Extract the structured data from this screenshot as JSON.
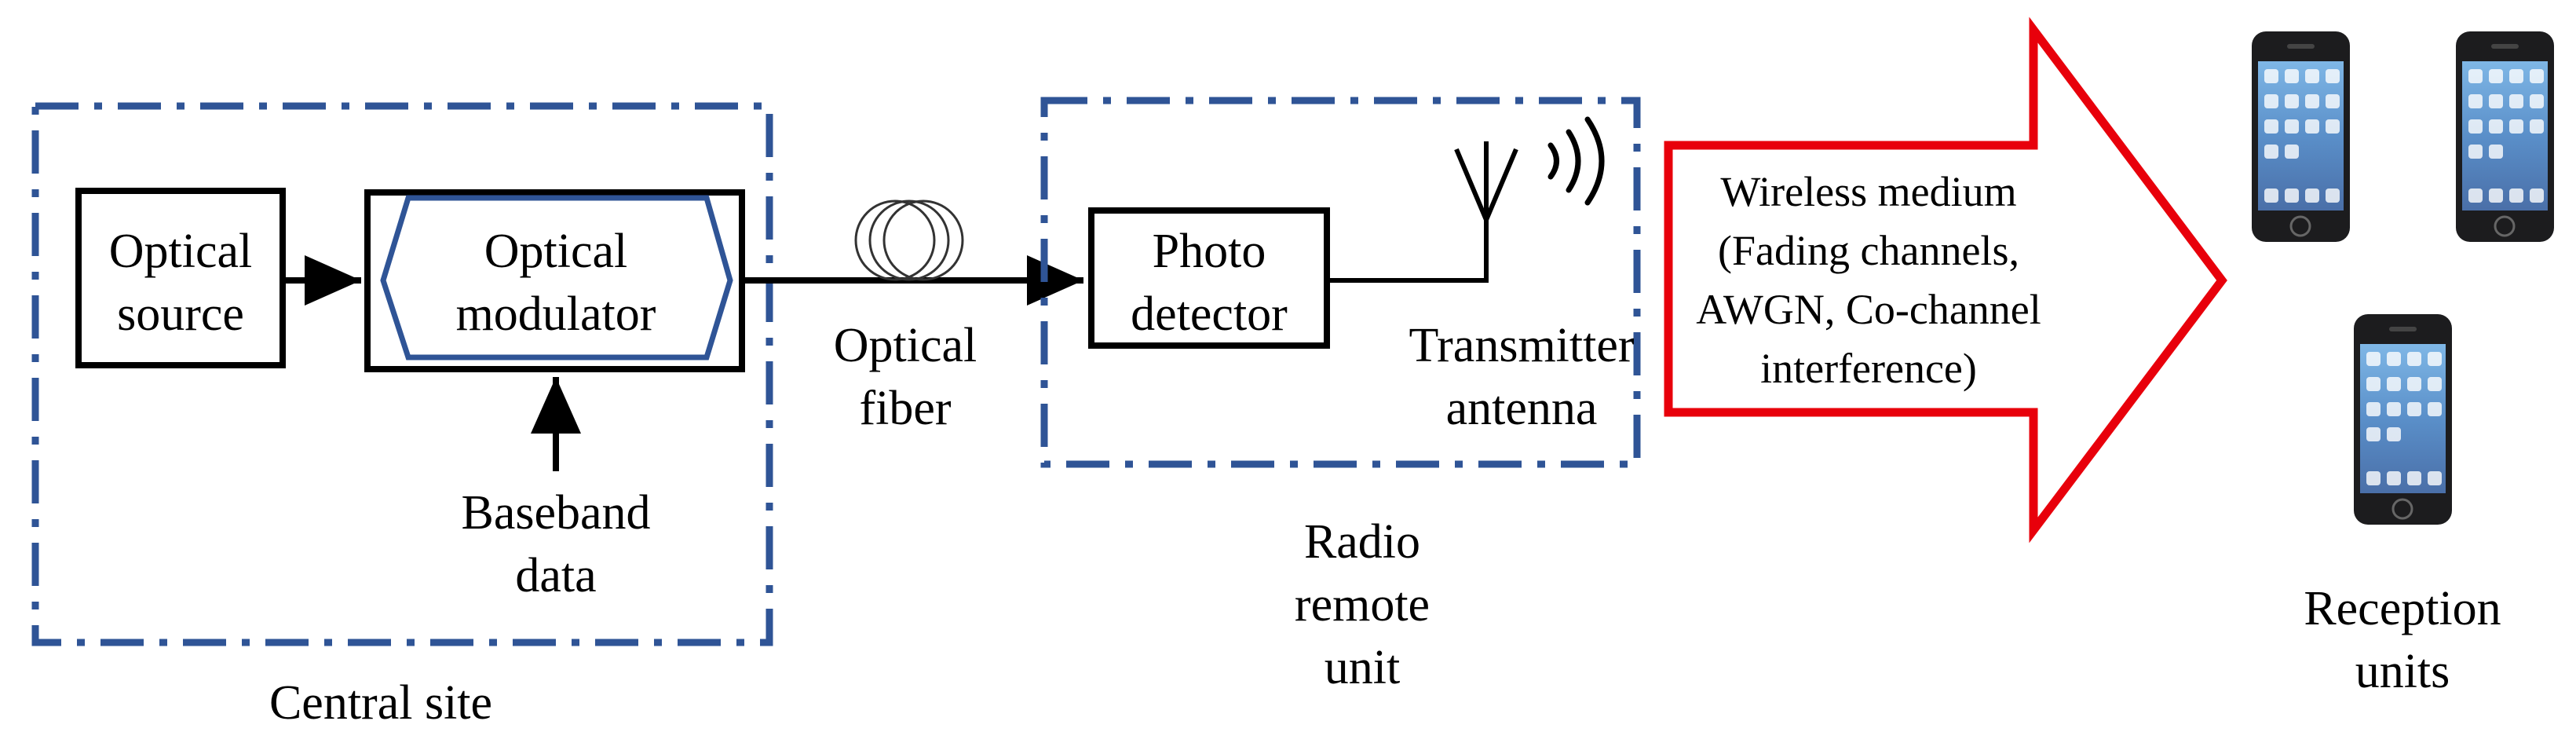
{
  "central_site": {
    "title": "Central site",
    "optical_source": {
      "line1": "Optical",
      "line2": "source"
    },
    "optical_modulator": {
      "line1": "Optical",
      "line2": "modulator"
    },
    "baseband": {
      "line1": "Baseband",
      "line2": "data"
    }
  },
  "fiber": {
    "line1": "Optical",
    "line2": "fiber"
  },
  "radio_remote_unit": {
    "title_line1": "Radio",
    "title_line2": "remote",
    "title_line3": "unit",
    "photo_detector": {
      "line1": "Photo",
      "line2": "detector"
    },
    "antenna": {
      "line1": "Transmitter",
      "line2": "antenna"
    }
  },
  "wireless": {
    "line1": "Wireless medium",
    "line2": "(Fading channels,",
    "line3": "AWGN, Co-channel",
    "line4": "interference)"
  },
  "reception": {
    "line1": "Reception",
    "line2": "units"
  },
  "colors": {
    "dash_border": "#2f5496",
    "modulator_hex": "#2f5496",
    "arrow_red": "#e8000b",
    "line": "#000000"
  }
}
